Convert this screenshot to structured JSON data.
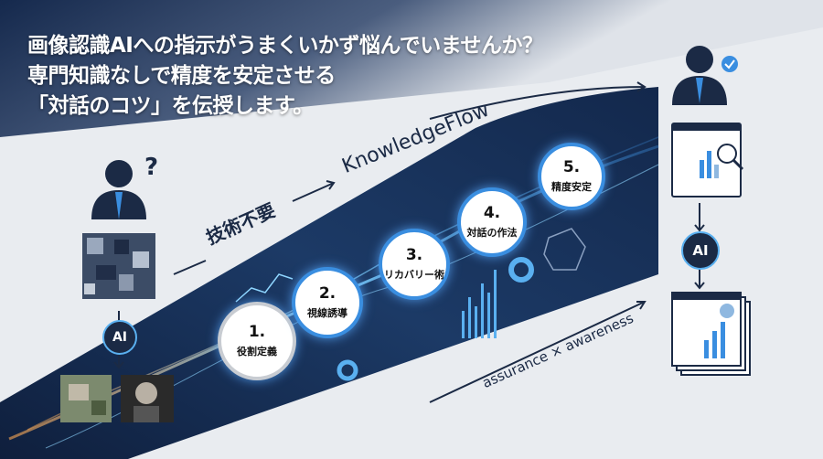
{
  "headline": {
    "line1": "画像認識AIへの指示がうまくいかず悩んでいませんか？",
    "line2": "専門知識なしで精度を安定させる",
    "line3": "「対話のコツ」を伝授します。"
  },
  "labels": {
    "no_tech": "技術不要",
    "flow": "KnowledgeFlow",
    "tagline": "assurance × awareness",
    "ai_badge": "AI",
    "question_mark": "?"
  },
  "steps": [
    {
      "number": "1.",
      "label": "役割定義"
    },
    {
      "number": "2.",
      "label": "視線誘導"
    },
    {
      "number": "3.",
      "label": "リカバリー術"
    },
    {
      "number": "4.",
      "label": "対話の作法"
    },
    {
      "number": "5.",
      "label": "精度安定"
    }
  ],
  "colors": {
    "navy": "#14284a",
    "accent": "#3a8ee0",
    "light": "#e9ecf0"
  }
}
